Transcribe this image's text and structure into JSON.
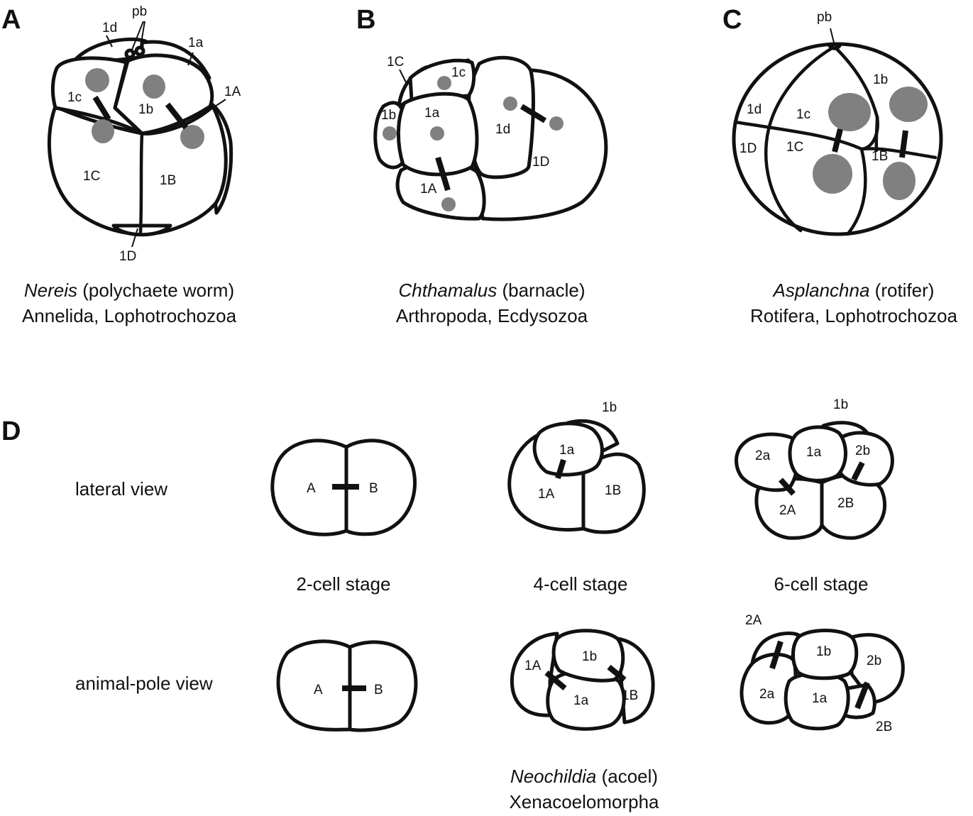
{
  "panels": {
    "a": {
      "letter": "A",
      "labels": {
        "pb": "pb",
        "c1d": "1d",
        "c1a": "1a",
        "c1A": "1A",
        "c1c": "1c",
        "c1b": "1b",
        "c1C": "1C",
        "c1B": "1B",
        "c1D": "1D"
      },
      "caption": {
        "genus": "Nereis",
        "common": "(polychaete worm)",
        "taxon": "Annelida, Lophotrochozoa"
      }
    },
    "b": {
      "letter": "B",
      "labels": {
        "c1C": "1C",
        "c1c": "1c",
        "c1b": "1b",
        "c1a": "1a",
        "c1d": "1d",
        "c1D": "1D",
        "c1A": "1A"
      },
      "caption": {
        "genus": "Chthamalus",
        "common": "(barnacle)",
        "taxon": "Arthropoda, Ecdysozoa"
      }
    },
    "c": {
      "letter": "C",
      "labels": {
        "pb": "pb",
        "c1b": "1b",
        "c1d": "1d",
        "c1c": "1c",
        "c1D": "1D",
        "c1C": "1C",
        "c1B": "1B"
      },
      "caption": {
        "genus": "Asplanchna",
        "common": "(rotifer)",
        "taxon": "Rotifera, Lophotrochozoa"
      }
    },
    "d": {
      "letter": "D",
      "row_labels": {
        "lateral": "lateral view",
        "animal_pole": "animal-pole view"
      },
      "stages": {
        "two": "2-cell stage",
        "four": "4-cell stage",
        "six": "6-cell stage"
      },
      "lateral_two": {
        "A": "A",
        "B": "B"
      },
      "lateral_four": {
        "c1b": "1b",
        "c1a": "1a",
        "c1A": "1A",
        "c1B": "1B"
      },
      "lateral_six": {
        "c1b": "1b",
        "c2a": "2a",
        "c1a": "1a",
        "c2b": "2b",
        "c2A": "2A",
        "c2B": "2B"
      },
      "animal_two": {
        "A": "A",
        "B": "B"
      },
      "animal_four": {
        "c1b": "1b",
        "c1A": "1A",
        "c1a": "1a",
        "c1B": "1B"
      },
      "animal_six": {
        "c2A": "2A",
        "c1b": "1b",
        "c2b": "2b",
        "c2a": "2a",
        "c1a": "1a",
        "c2B": "2B"
      },
      "caption": {
        "genus": "Neochildia",
        "common": "(acoel)",
        "taxon": "Xenacoelomorpha"
      }
    }
  },
  "colors": {
    "outline": "#111111",
    "nucleus": "#808080",
    "background": "#ffffff"
  }
}
